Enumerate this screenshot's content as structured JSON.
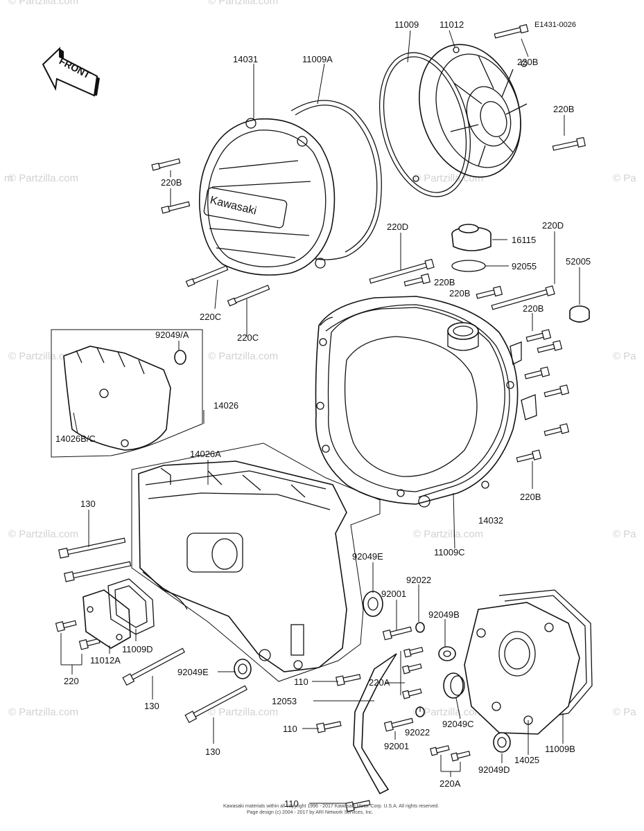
{
  "diagram": {
    "ref_code": "E1431-0026",
    "front_arrow_label": "FRONT",
    "cover_brand": "Kawasaki",
    "watermark": "© Partzilla.com",
    "watermark_prefix": "© Pa",
    "watermark_suffix": "m",
    "footer_line1": "Kawasaki materials within all copyright 1996 - 2017 Kawasaki Motor Corp. U.S.A. All rights reserved.",
    "footer_line2": "Page design (c) 2004 - 2017 by ARI Network Services, Inc.",
    "labels": {
      "p11009": "11009",
      "p11012": "11012",
      "p220b_top": "220B",
      "p14031": "14031",
      "p11009a": "11009A",
      "p220b_right": "220B",
      "p220b_left": "220B",
      "p220d_mid": "220D",
      "p16115": "16115",
      "p220d_right": "220D",
      "p92055": "92055",
      "p52005": "52005",
      "p220b_c1": "220B",
      "p220b_c2": "220B",
      "p220b_c3": "220B",
      "p220c_1": "220C",
      "p220c_2": "220C",
      "p92049a": "92049/A",
      "p14026": "14026",
      "p14026bc": "14026B/C",
      "p14026a": "14026A",
      "p220b_bottom": "220B",
      "p14032": "14032",
      "p11009c": "11009C",
      "p130_top": "130",
      "p92049e_top": "92049E",
      "p92022_top": "92022",
      "p92001_top": "92001",
      "p92049b": "92049B",
      "p11009d": "11009D",
      "p11012a": "11012A",
      "p220": "220",
      "p130_mid": "130",
      "p92049e_bot": "92049E",
      "p110_a": "110",
      "p220a_top": "220A",
      "p12053": "12053",
      "p110_b": "110",
      "p92022_bot": "92022",
      "p92001_bot": "92001",
      "p92049c": "92049C",
      "p14025": "14025",
      "p11009b": "11009B",
      "p130_bot": "130",
      "p220a_bot": "220A",
      "p92049d": "92049D",
      "p110_c": "110"
    }
  }
}
